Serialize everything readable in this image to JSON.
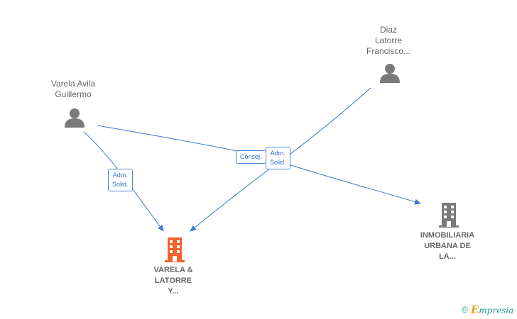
{
  "people": [
    {
      "name_lines": [
        "Varela Avila",
        "Guillermo"
      ]
    },
    {
      "name_lines": [
        "Diaz",
        "Latorre",
        "Francisco..."
      ]
    }
  ],
  "companies": [
    {
      "name_lines": [
        "VARELA &",
        "LATORRE",
        "Y..."
      ],
      "color": "#f0622e"
    },
    {
      "name_lines": [
        "INMOBILIARIA",
        "URBANA DE",
        "LA..."
      ],
      "color": "#7a7a7a"
    }
  ],
  "edges": [
    {
      "label_lines": [
        "Adm.",
        "Solid."
      ]
    },
    {
      "label_lines": [
        "Consej."
      ]
    },
    {
      "label_lines": [
        "Adm.",
        "Solid."
      ]
    }
  ],
  "colors": {
    "edge": "#3a78d0",
    "person_icon": "#7a7a7a"
  },
  "footer": {
    "copyright_symbol": "©",
    "brand_initial": "E",
    "brand_rest": "mpresia"
  }
}
